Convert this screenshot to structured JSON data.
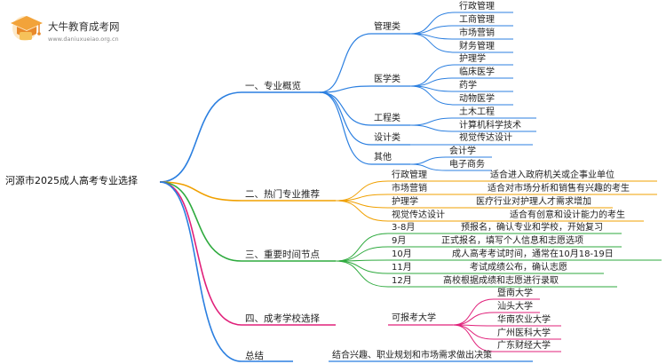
{
  "logo": {
    "name": "大牛教育成考网",
    "url": "www.daniuxueiao.org.cn"
  },
  "root": "河源市2025成人高考专业选择",
  "colors": {
    "blue": "#2b7fe0",
    "orange": "#f0a000",
    "green": "#2eaa3e",
    "magenta": "#e0207a",
    "teal": "#28a7c0"
  },
  "branches": {
    "overview": {
      "label": "一、专业概览",
      "groups": [
        {
          "label": "管理类",
          "items": [
            "行政管理",
            "工商管理",
            "市场营销",
            "财务管理"
          ]
        },
        {
          "label": "医学类",
          "items": [
            "护理学",
            "临床医学",
            "药学",
            "动物医学"
          ]
        },
        {
          "label": "工程类",
          "items": [
            "土木工程",
            "计算机科学技术"
          ]
        },
        {
          "label": "设计类",
          "items": [
            "视觉传达设计"
          ]
        },
        {
          "label": "其他",
          "items": [
            "会计学",
            "电子商务"
          ]
        }
      ]
    },
    "hot": {
      "label": "二、热门专业推荐",
      "rows": [
        {
          "name": "行政管理",
          "desc": "适合进入政府机关或企事业单位"
        },
        {
          "name": "市场营销",
          "desc": "适合对市场分析和销售有兴趣的考生"
        },
        {
          "name": "护理学",
          "desc": "医疗行业对护理人才需求增加"
        },
        {
          "name": "视觉传达设计",
          "desc": "适合有创意和设计能力的考生"
        }
      ]
    },
    "timeline": {
      "label": "三、重要时间节点",
      "rows": [
        {
          "name": "3-8月",
          "desc": "预报名，确认专业和学校，开始复习"
        },
        {
          "name": "9月",
          "desc": "正式报名，填写个人信息和志愿选项"
        },
        {
          "name": "10月",
          "desc": "成人高考考试时间，通常在10月18-19日"
        },
        {
          "name": "11月",
          "desc": "考试成绩公布，确认志愿"
        },
        {
          "name": "12月",
          "desc": "高校根据成绩和志愿进行录取"
        }
      ]
    },
    "schools": {
      "label": "四、成考学校选择",
      "group": "可报考大学",
      "items": [
        "暨南大学",
        "汕头大学",
        "华南农业大学",
        "广州医科大学",
        "广东财经大学"
      ]
    },
    "summary": {
      "label": "总结",
      "text": "结合兴趣、职业规划和市场需求做出决策"
    }
  }
}
